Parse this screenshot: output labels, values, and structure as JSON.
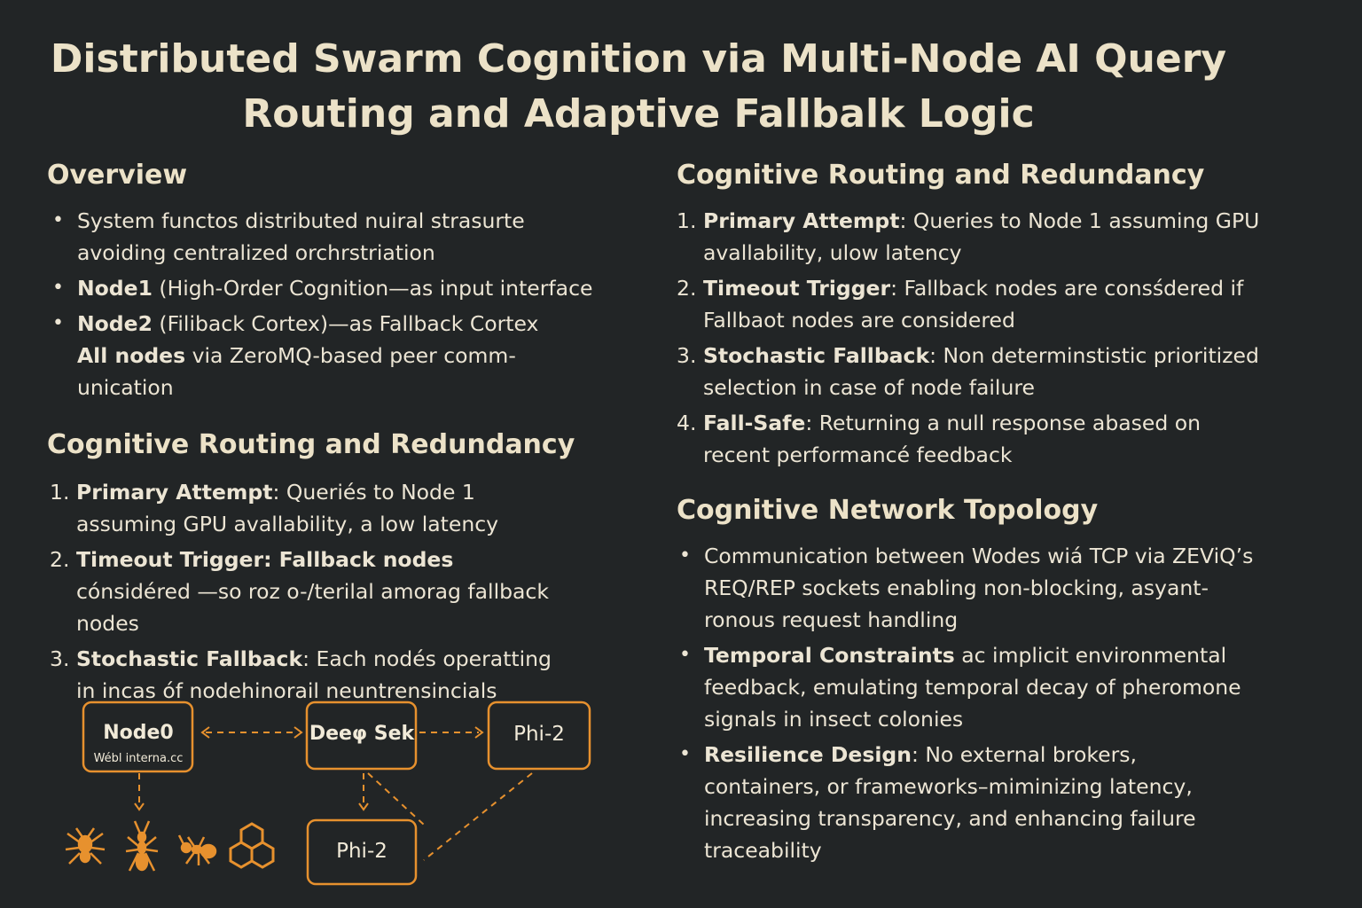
{
  "title": {
    "line1": "Distributed Swarm Cognition via Multi-Node AI Query",
    "line2": "Routing and Adaptive Fallbalk Logic"
  },
  "left": {
    "overview": {
      "heading": "Overview",
      "items": [
        {
          "bold": "",
          "text": "System functos distributed nuiral strasurte avoiding centralized orchrstriation"
        },
        {
          "bold": "Node1",
          "text": " (High-Order Cognition—as input interface"
        },
        {
          "bold": "Node2",
          "text": " (Filiback Cortex)—as Fallback Cortex"
        }
      ],
      "extra": {
        "bold": "All nodes",
        "text": " via ZeroMQ-based peer comm-unication"
      }
    },
    "routing": {
      "heading": "Cognitive Routing and Redundancy",
      "items": [
        {
          "num": "1.",
          "bold": "Primary Attempt",
          "text": ": Queriés to Node 1 assuming GPU avallability, a low latency"
        },
        {
          "num": "2.",
          "bold": "Timeout Trigger: Fallback nodes",
          "text": " cónsidéred —so roz o-/terilal amorag fallback nodes"
        },
        {
          "num": "3.",
          "bold": "Stochastic Fallback",
          "text": ": Each nodés operatting in incas óf nodehinorail neuntrensincials"
        }
      ]
    }
  },
  "right": {
    "routing": {
      "heading": "Cognitive Routing and Redundancy",
      "items": [
        {
          "num": "1.",
          "bold": "Primary Attempt",
          "text": ": Queries to Node 1 assuming GPU avallability, ulow latency"
        },
        {
          "num": "2.",
          "bold": "Timeout Trigger",
          "text": ": Fallback nodes are consśdered if Fallbaot nodes are considered"
        },
        {
          "num": "3.",
          "bold": "Stochastic Fallback",
          "text": ": Non determinstistic prioritized selection in case of node failure"
        },
        {
          "num": "4.",
          "bold": "Fall-Safe",
          "text": ": Returning a null response abased on recent performancé feedback"
        }
      ]
    },
    "topology": {
      "heading": "Cognitive Network Topology",
      "items": [
        {
          "bold": "",
          "text": "Communication between Wodes wiá TCP via ZEViQ’s REQ/REP sockets  enabling non-blocking, asyant-ronous request handling"
        },
        {
          "bold": "Temporal Constraints",
          "text": " ac implicit environmental feedback, emulating temporal decay of pheromone signals in insect colonies"
        },
        {
          "bold": "Resilience Design",
          "text": ": No external brokers, containers, or frameworks–miminizing latency, increasing transparency, and enhancing failure traceability"
        }
      ]
    }
  },
  "diagram": {
    "node0": {
      "label": "Node0",
      "sub": "Wébl interna.cc"
    },
    "deepsek": {
      "label": "Deeφ Sek"
    },
    "phi2_right": {
      "label": "Phi-2"
    },
    "phi2_bottom": {
      "label": "Phi-2"
    },
    "accent": "#e7912e",
    "icons": [
      "ant-icon",
      "ant-icon",
      "ant-icon",
      "honeycomb-icon"
    ]
  }
}
